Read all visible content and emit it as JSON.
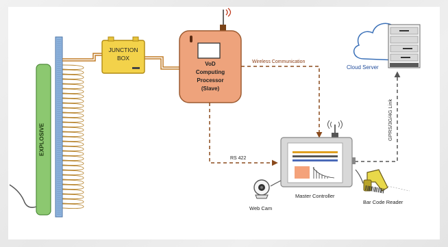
{
  "labels": {
    "explosive": "EXPLOSIVE",
    "junction_line1": "JUNCTION",
    "junction_line2": "BOX",
    "vod_line1": "VoD",
    "vod_line2": "Computing",
    "vod_line3": "Processor",
    "vod_line4": "(Slave)",
    "wireless": "Wireless Communication",
    "rs422": "RS 422",
    "cloud_server": "Cloud Server",
    "gprs_link": "GPRS/3G/4G Link",
    "master_controller": "Master Controller",
    "web_cam": "Web Cam",
    "bar_code_reader": "Bar Code Reader"
  },
  "colors": {
    "explosive_green": "#8cc870",
    "probe_blue": "#8fb4de",
    "wire_brown": "#a06a2a",
    "junction_yellow": "#f3d24a",
    "vod_orange": "#eea37c",
    "dashed_line": "#8a4a1c",
    "cloud_blue": "#3a70b8"
  }
}
